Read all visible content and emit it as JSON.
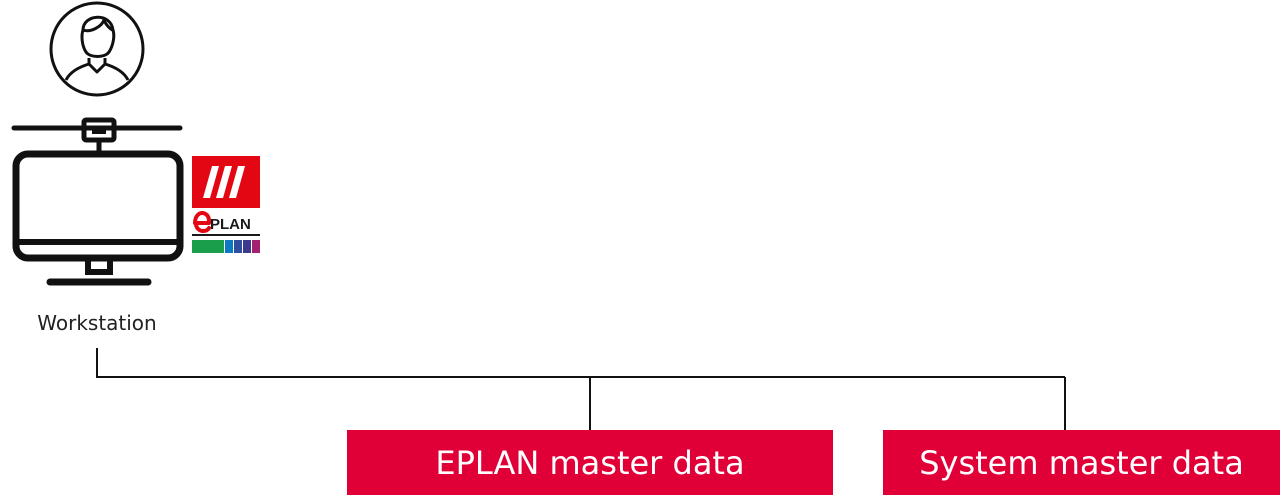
{
  "workstation": {
    "label": "Workstation"
  },
  "logo": {
    "wordmark": "PLAN",
    "brand_red": "#e30613",
    "bar_colors": [
      "#1a9e4b",
      "#0a7bc2",
      "#2f4f9e",
      "#a3216f"
    ]
  },
  "master_data": [
    {
      "label": "EPLAN master data"
    },
    {
      "label": "System master data"
    }
  ],
  "colors": {
    "accent_box": "#e00037",
    "box_text": "#ffffff",
    "line": "#111111"
  },
  "icons": [
    "user-avatar-icon",
    "workstation-monitor-icon",
    "eplan-logo"
  ]
}
